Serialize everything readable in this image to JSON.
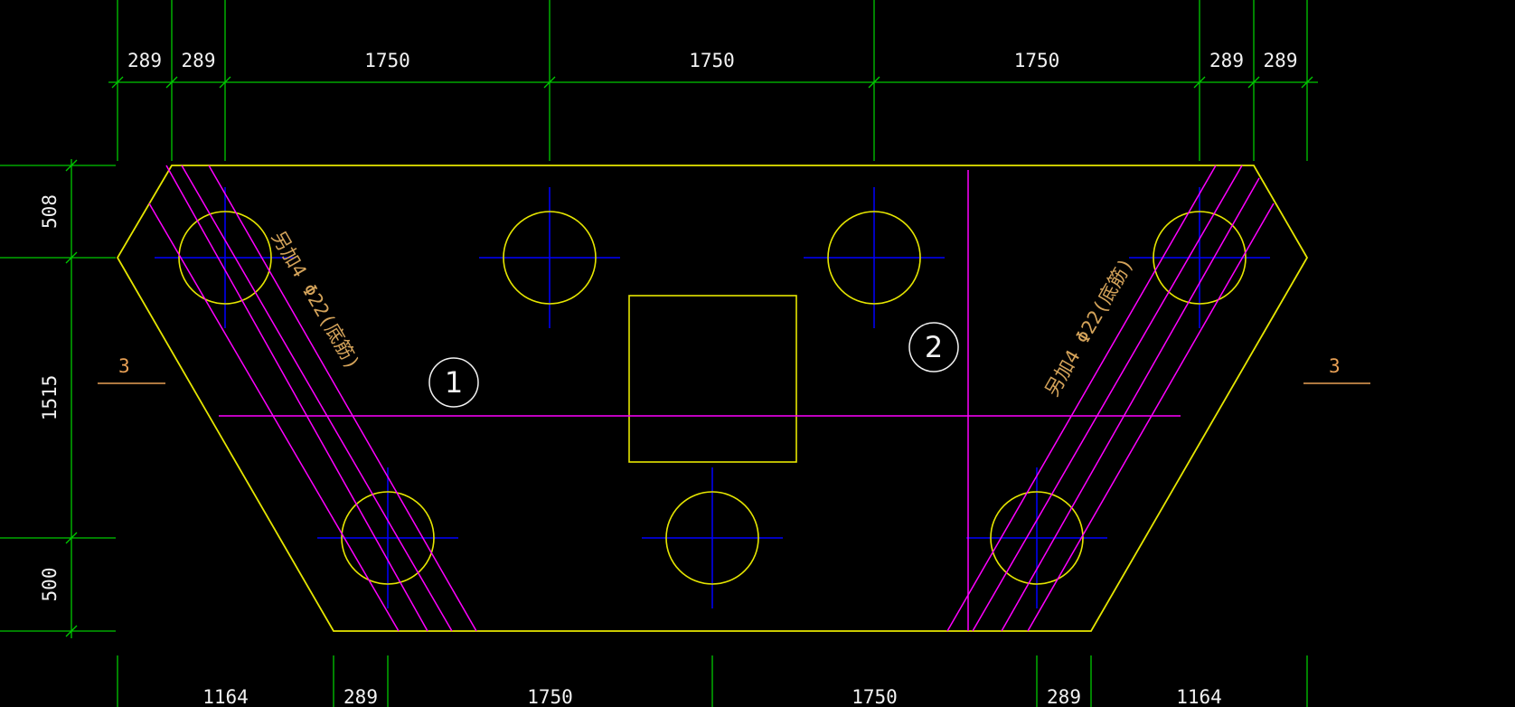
{
  "colors": {
    "background": "#000000",
    "dimension": "#00c800",
    "outline": "#e6e600",
    "crosshair": "#0000ff",
    "rebar": "#ff00ff",
    "rebar_text": "#d4a35a",
    "section": "#e8a055",
    "text": "#f2f2f2"
  },
  "dimensions": {
    "top": [
      "289",
      "289",
      "1750",
      "1750",
      "1750",
      "289",
      "289"
    ],
    "left": [
      "508",
      "1515",
      "500"
    ],
    "bottom": [
      "1164",
      "289",
      "1750",
      "1750",
      "289",
      "1164"
    ]
  },
  "labels": {
    "rebar_left": "另加4 Φ22(底筋)",
    "rebar_right": "另加4 Φ22(底筋)",
    "axis_1": "1",
    "axis_2": "2",
    "section_left": "3",
    "section_right": "3"
  }
}
